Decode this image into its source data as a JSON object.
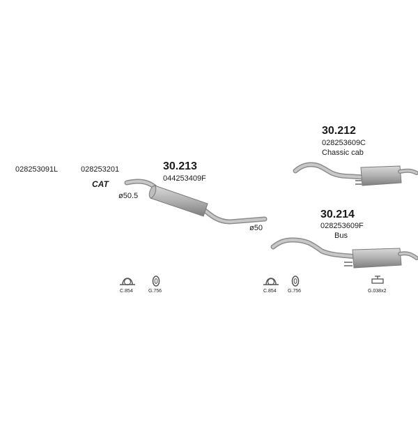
{
  "left_group": {
    "cat_part_number": "028253091L",
    "cat_part_number_2": "028253201",
    "cat_label": "CAT",
    "diameter_in": "ø50.5",
    "diameter_out": "ø50"
  },
  "parts": [
    {
      "code": "30.213",
      "oem": "044253409F",
      "note": ""
    },
    {
      "code": "30.212",
      "oem": "028253609C",
      "note": "Chassic cab"
    },
    {
      "code": "30.214",
      "oem": "028253609F",
      "note": "Bus"
    }
  ],
  "fittings": {
    "left": [
      {
        "label": "C.854",
        "icon": "clamp-icon"
      },
      {
        "label": "G.756",
        "icon": "rubber-ring-icon"
      }
    ],
    "right": [
      {
        "label": "C.854",
        "icon": "clamp-icon"
      },
      {
        "label": "G.756",
        "icon": "rubber-ring-icon"
      },
      {
        "label": "G.038x2",
        "icon": "hanger-icon"
      }
    ]
  },
  "colors": {
    "pipe": "#b3b3b3",
    "pipe_dark": "#8c8c8c",
    "text": "#1a1a1a"
  }
}
